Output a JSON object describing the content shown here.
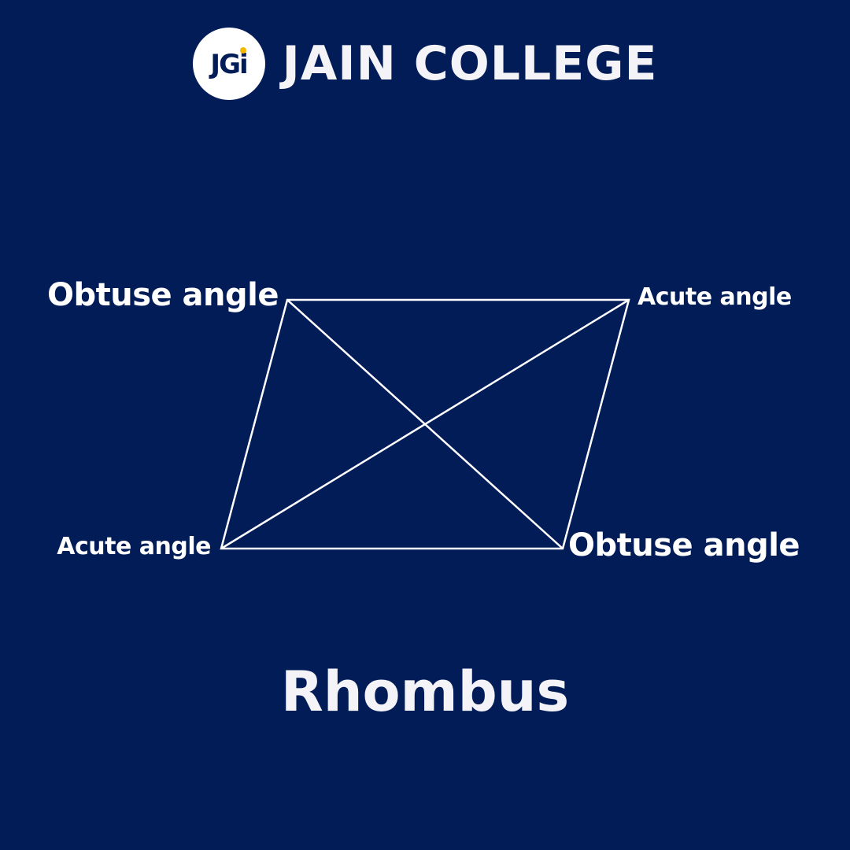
{
  "header": {
    "logo_text": "JGi",
    "college_name": "JAIN COLLEGE"
  },
  "colors": {
    "background": "#021c58",
    "text": "#ffffff",
    "logo_accent": "#f5b800"
  },
  "diagram": {
    "shape_name": "Rhombus",
    "vertex_labels": {
      "top_left": "Obtuse angle",
      "top_right": "Acute angle",
      "bottom_left": "Acute angle",
      "bottom_right": "Obtuse angle"
    }
  }
}
